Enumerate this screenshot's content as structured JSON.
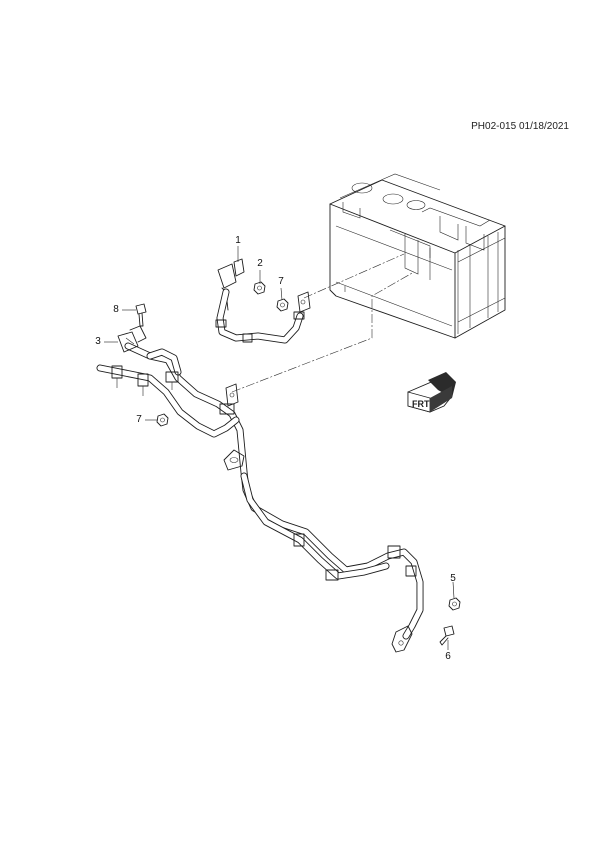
{
  "header": {
    "doc_code": "PH02-015 01/18/2021"
  },
  "callouts": [
    {
      "id": "1",
      "label": "1"
    },
    {
      "id": "2",
      "label": "2"
    },
    {
      "id": "7a",
      "label": "7"
    },
    {
      "id": "8",
      "label": "8"
    },
    {
      "id": "3",
      "label": "3"
    },
    {
      "id": "7b",
      "label": "7"
    },
    {
      "id": "5",
      "label": "5"
    },
    {
      "id": "6",
      "label": "6"
    }
  ],
  "icons": {
    "battery": "battery-icon",
    "front_arrow": "front-direction-icon",
    "negative_cable": "negative-battery-cable-icon",
    "positive_cable": "positive-battery-cable-icon",
    "nut": "nut-icon",
    "bolt": "bolt-icon"
  },
  "front_arrow_text": "FRT"
}
